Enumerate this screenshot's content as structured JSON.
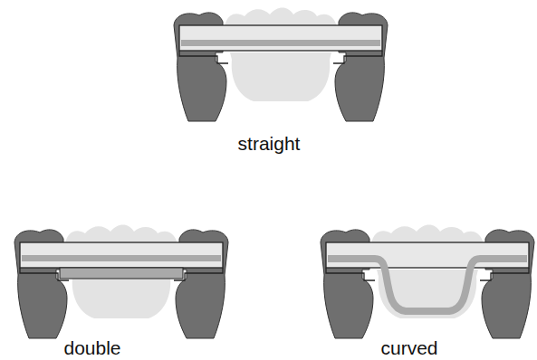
{
  "diagram": {
    "labels": [
      "straight",
      "double",
      "curved"
    ]
  }
}
